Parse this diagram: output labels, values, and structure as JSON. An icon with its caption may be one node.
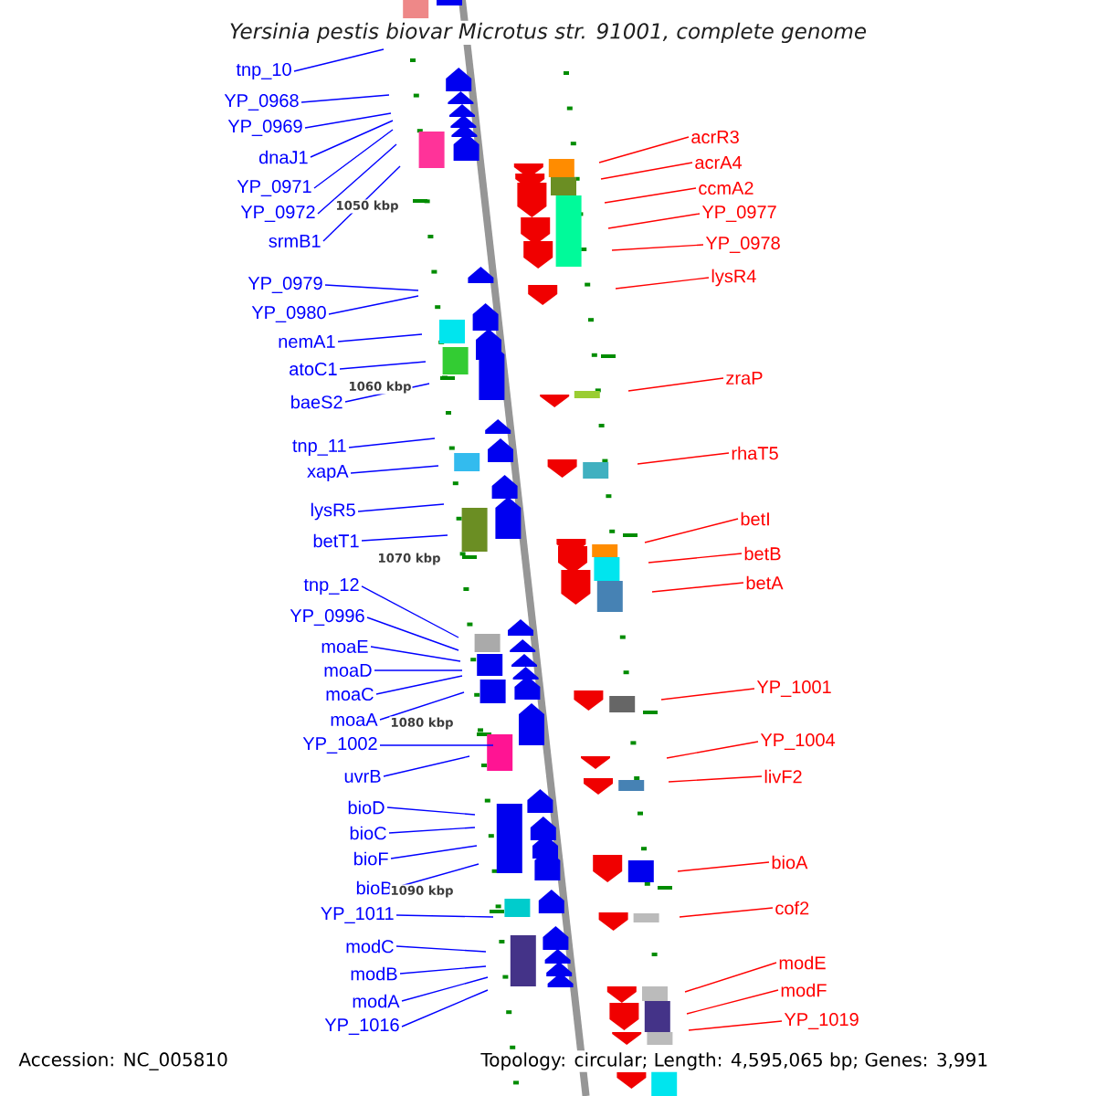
{
  "diagram": {
    "title": "Yersinia pestis biovar Microtus str. 91001, complete genome",
    "nodes": [
      {
        "text": [
          "tnp_10"
        ]
      },
      {
        "text": [
          "YP_0968"
        ]
      },
      {
        "text": [
          "YP_0969"
        ]
      },
      {
        "text": [
          "dnaJ1"
        ]
      },
      {
        "text": [
          "YP_0971"
        ]
      },
      {
        "text": [
          "YP_0972"
        ]
      },
      {
        "text": [
          "srmB1"
        ]
      },
      {
        "text": [
          "YP_0979"
        ]
      },
      {
        "text": [
          "YP_0980"
        ]
      },
      {
        "text": [
          "nemA1"
        ]
      },
      {
        "text": [
          "atoC1"
        ]
      },
      {
        "text": [
          "baeS2"
        ]
      },
      {
        "text": [
          "tnp_11"
        ]
      },
      {
        "text": [
          "xapA"
        ]
      },
      {
        "text": [
          "lysR5"
        ]
      },
      {
        "text": [
          "betT1"
        ]
      },
      {
        "text": [
          "tnp_12"
        ]
      },
      {
        "text": [
          "YP_0996"
        ]
      },
      {
        "text": [
          "moaE"
        ]
      },
      {
        "text": [
          "moaD"
        ]
      },
      {
        "text": [
          "moaC"
        ]
      },
      {
        "text": [
          "moaA"
        ]
      },
      {
        "text": [
          "YP_1002"
        ]
      },
      {
        "text": [
          "uvrB"
        ]
      },
      {
        "text": [
          "bioD"
        ]
      },
      {
        "text": [
          "bioC"
        ]
      },
      {
        "text": [
          "bioF"
        ]
      },
      {
        "text": [
          "bioB"
        ]
      },
      {
        "text": [
          "YP_1011"
        ]
      },
      {
        "text": [
          "modC"
        ]
      },
      {
        "text": [
          "modB"
        ]
      },
      {
        "text": [
          "modA"
        ]
      },
      {
        "text": [
          "YP_1016"
        ]
      },
      {
        "text": [
          "acrR3"
        ]
      },
      {
        "text": [
          "acrA4"
        ]
      },
      {
        "text": [
          "ccmA2"
        ]
      },
      {
        "text": [
          "YP_0977"
        ]
      },
      {
        "text": [
          "YP_0978"
        ]
      },
      {
        "text": [
          "lysR4"
        ]
      },
      {
        "text": [
          "zraP"
        ]
      },
      {
        "text": [
          "rhaT5"
        ]
      },
      {
        "text": [
          "betI"
        ]
      },
      {
        "text": [
          "betB"
        ]
      },
      {
        "text": [
          "betA"
        ]
      },
      {
        "text": [
          "YP_1001"
        ]
      },
      {
        "text": [
          "YP_1004"
        ]
      },
      {
        "text": [
          "livF2"
        ]
      },
      {
        "text": [
          "bioA"
        ]
      },
      {
        "text": [
          "cof2"
        ]
      },
      {
        "text": [
          "modE"
        ]
      },
      {
        "text": [
          "modF"
        ]
      },
      {
        "text": [
          "YP_1019"
        ]
      }
    ],
    "edges": [
      {
        "from": 0,
        "to": null,
        "arrow": "none"
      },
      {
        "from": 1,
        "to": null,
        "arrow": "none"
      },
      {
        "from": 2,
        "to": null,
        "arrow": "none"
      },
      {
        "from": 3,
        "to": null,
        "arrow": "none"
      },
      {
        "from": 4,
        "to": null,
        "arrow": "none"
      },
      {
        "from": 5,
        "to": null,
        "arrow": "none"
      },
      {
        "from": 6,
        "to": null,
        "arrow": "none"
      },
      {
        "from": 7,
        "to": null,
        "arrow": "none"
      },
      {
        "from": 8,
        "to": null,
        "arrow": "none"
      },
      {
        "from": 9,
        "to": null,
        "arrow": "none"
      },
      {
        "from": 10,
        "to": null,
        "arrow": "none"
      },
      {
        "from": 11,
        "to": null,
        "arrow": "none"
      },
      {
        "from": 12,
        "to": null,
        "arrow": "none"
      },
      {
        "from": 13,
        "to": null,
        "arrow": "none"
      },
      {
        "from": 14,
        "to": null,
        "arrow": "none"
      },
      {
        "from": 15,
        "to": null,
        "arrow": "none"
      },
      {
        "from": 16,
        "to": null,
        "arrow": "none"
      },
      {
        "from": 17,
        "to": null,
        "arrow": "none"
      },
      {
        "from": 18,
        "to": null,
        "arrow": "none"
      },
      {
        "from": 19,
        "to": null,
        "arrow": "none"
      },
      {
        "from": 20,
        "to": null,
        "arrow": "none"
      },
      {
        "from": 21,
        "to": null,
        "arrow": "none"
      },
      {
        "from": 22,
        "to": null,
        "arrow": "none"
      },
      {
        "from": 23,
        "to": null,
        "arrow": "none"
      },
      {
        "from": 24,
        "to": null,
        "arrow": "none"
      },
      {
        "from": 25,
        "to": null,
        "arrow": "none"
      },
      {
        "from": 26,
        "to": null,
        "arrow": "none"
      },
      {
        "from": 27,
        "to": null,
        "arrow": "none"
      },
      {
        "from": 28,
        "to": null,
        "arrow": "none"
      },
      {
        "from": 29,
        "to": null,
        "arrow": "none"
      },
      {
        "from": 30,
        "to": null,
        "arrow": "none"
      },
      {
        "from": 31,
        "to": null,
        "arrow": "none"
      },
      {
        "from": 32,
        "to": null,
        "arrow": "none"
      },
      {
        "from": 33,
        "to": null,
        "arrow": "none",
        "color": "#ff0000"
      },
      {
        "from": 34,
        "to": null,
        "arrow": "none",
        "color": "#ff0000"
      },
      {
        "from": 35,
        "to": null,
        "arrow": "none",
        "color": "#ff0000"
      },
      {
        "from": 36,
        "to": null,
        "arrow": "none",
        "color": "#ff0000"
      },
      {
        "from": 37,
        "to": null,
        "arrow": "none",
        "color": "#ff0000"
      },
      {
        "from": 38,
        "to": null,
        "arrow": "none",
        "color": "#ff0000"
      },
      {
        "from": 39,
        "to": null,
        "arrow": "none",
        "color": "#ff0000"
      },
      {
        "from": 40,
        "to": null,
        "arrow": "none",
        "color": "#ff0000"
      },
      {
        "from": 41,
        "to": null,
        "arrow": "none",
        "color": "#ff0000"
      },
      {
        "from": 42,
        "to": null,
        "arrow": "none",
        "color": "#ff0000"
      },
      {
        "from": 43,
        "to": null,
        "arrow": "none",
        "color": "#ff0000"
      },
      {
        "from": 44,
        "to": null,
        "arrow": "none",
        "color": "#ff0000"
      },
      {
        "from": 45,
        "to": null,
        "arrow": "none",
        "color": "#ff0000"
      },
      {
        "from": 46,
        "to": null,
        "arrow": "none",
        "color": "#ff0000"
      },
      {
        "from": 47,
        "to": null,
        "arrow": "none",
        "color": "#ff0000"
      },
      {
        "from": 48,
        "to": null,
        "arrow": "none",
        "color": "#ff0000"
      },
      {
        "from": 49,
        "to": null,
        "arrow": "none",
        "color": "#ff0000"
      },
      {
        "from": 50,
        "to": null,
        "arrow": "none",
        "color": "#ff0000"
      },
      {
        "from": 51,
        "to": null,
        "arrow": "none",
        "color": "#ff0000"
      }
    ],
    "labels": [
      "1050 kbp",
      "1060 kbp",
      "1070 kbp",
      "1080 kbp",
      "1090 kbp",
      "Accession: NC_005810",
      "Topology: circular; Length: 4,595,065 bp; Genes: 3,991"
    ]
  }
}
